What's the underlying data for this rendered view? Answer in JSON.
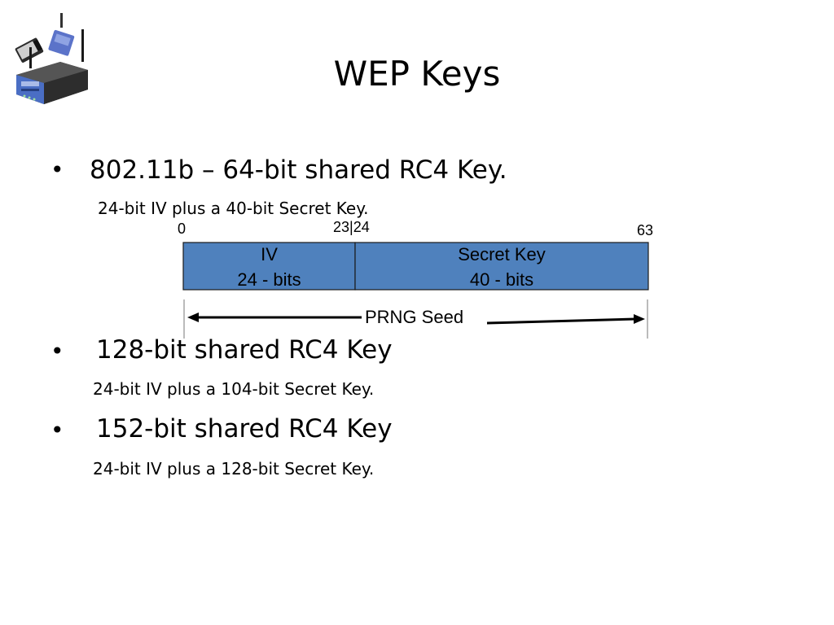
{
  "slide": {
    "title": "WEP Keys"
  },
  "bullets": [
    {
      "marker": "•",
      "text": "802.11b – 64-bit shared RC4 Key.",
      "sub": "24-bit IV plus a 40-bit Secret Key."
    },
    {
      "marker": "•",
      "text": "128-bit shared RC4 Key",
      "sub": "24-bit IV plus a 104-bit Secret Key."
    },
    {
      "marker": "•",
      "text": "152-bit shared RC4 Key",
      "sub": "24-bit IV plus a 128-bit Secret Key."
    }
  ],
  "diagram": {
    "bit_labels": {
      "start": "0",
      "boundary": "23|24",
      "end": "63"
    },
    "fields": [
      {
        "line1": "IV",
        "line2": "24 - bits"
      },
      {
        "line1": "Secret Key",
        "line2": "40 - bits"
      }
    ],
    "seed_label": "PRNG Seed",
    "fill_color": "#4f81bd"
  }
}
